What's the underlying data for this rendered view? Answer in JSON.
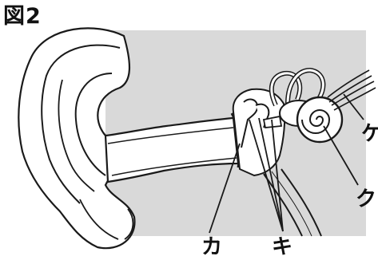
{
  "figure": {
    "title": "図2"
  },
  "labels": {
    "ka": "カ",
    "ki": "キ",
    "ku": "ク",
    "ke": "ケ"
  },
  "colors": {
    "background_panel": "#d9d9d9",
    "line": "#1a1a1a",
    "paper": "#ffffff"
  }
}
